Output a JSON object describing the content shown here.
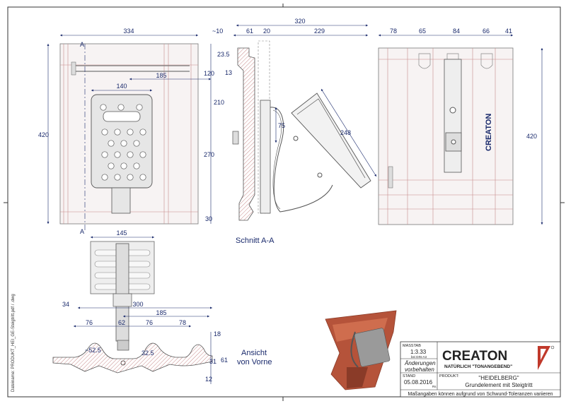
{
  "views": {
    "front": {
      "width": "334",
      "height": "420",
      "plate_width": "140",
      "pin_offset": "185",
      "top_offset": "120",
      "plate_height": "210",
      "lower_height": "270",
      "bottom_offset": "30",
      "section_marker": "A"
    },
    "section": {
      "top_overhang": "~10",
      "total_depth": "320",
      "d61": "61",
      "d20": "20",
      "d229": "229",
      "d23_5": "23.5",
      "d13": "13",
      "d75": "75",
      "d248": "248",
      "caption": "Schnitt A-A"
    },
    "back": {
      "d78": "78",
      "d65": "65",
      "d84": "84",
      "d66": "66",
      "d41": "41",
      "height": "420",
      "brand_vertical": "CREATON"
    },
    "view_front": {
      "d145": "145",
      "d300": "300",
      "d34": "34",
      "d185": "185",
      "d76a": "76",
      "d62": "62",
      "d76b": "76",
      "d78": "78",
      "d52_5": "~52.5",
      "d32_5": "32.5",
      "d18": "18",
      "d31": "31",
      "d61": "61",
      "d12": "12",
      "caption_line1": "Ansicht",
      "caption_line2": "von Vorne"
    }
  },
  "title_block": {
    "massstab_label": "MASSTAB",
    "massstab_value": "1:3.33",
    "massstab_note": "bei DIN-A3",
    "aenderungen_line1": "Änderungen",
    "aenderungen_line2": "vorbehalten",
    "stand_label": "STAND",
    "stand_value": "05.08.2016",
    "stand_rev": "Rs",
    "produkt_label": "PRODUKT:",
    "brand": "CREATON",
    "brand_tagline": "NATÜRLICH \"TONANGEBEND\"",
    "product_name": "\"HEIDELBERG\"",
    "product_desc": "Grundelement mit Steigtritt",
    "footer_note": "Maßangaben können aufgrund von Schwund-Toleranzen variieren"
  },
  "side_note": "Dateiname: PRODUKT_HEI_GE-Steigtritt.pdf / .dwg",
  "colors": {
    "ink": "#1a2a6c",
    "line": "#555555",
    "tile_fill": "#f7f3f3",
    "tile_hatch": "#c78a8a",
    "brand_red": "#c0392b",
    "tile_photo": "#b5533a"
  }
}
